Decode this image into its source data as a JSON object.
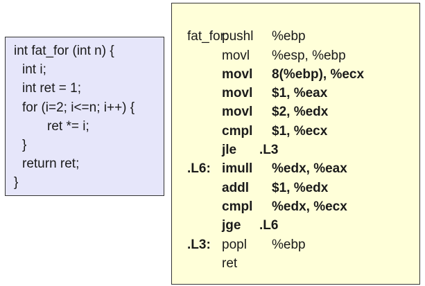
{
  "c_code": {
    "lines": [
      "int fat_for (int n) {",
      "int i;",
      "int ret = 1;",
      "for (i=2; i<=n; i++) {",
      "ret *= i;",
      "}",
      "return ret;",
      "}"
    ]
  },
  "asm_code": {
    "function_label": "fat_for:",
    "lines": [
      {
        "label": "",
        "mnemonic": "pushl",
        "operands": "%ebp",
        "bold": false
      },
      {
        "label": "",
        "mnemonic": "movl",
        "operands": "%esp, %ebp",
        "bold": false
      },
      {
        "label": "",
        "mnemonic": "movl",
        "operands": "8(%ebp), %ecx",
        "bold": true
      },
      {
        "label": "",
        "mnemonic": "movl",
        "operands": "$1, %eax",
        "bold": true
      },
      {
        "label": "",
        "mnemonic": "movl",
        "operands": "$2, %edx",
        "bold": true
      },
      {
        "label": "",
        "mnemonic": "cmpl",
        "operands": "$1, %ecx",
        "bold": true
      },
      {
        "label": "",
        "mnemonic": "jle",
        "operands": ".L3",
        "bold": true
      },
      {
        "label": ".L6:",
        "mnemonic": "imull",
        "operands": "%edx, %eax",
        "bold": true
      },
      {
        "label": "",
        "mnemonic": "addl",
        "operands": "$1, %edx",
        "bold": true
      },
      {
        "label": "",
        "mnemonic": "cmpl",
        "operands": "%edx, %ecx",
        "bold": true
      },
      {
        "label": "",
        "mnemonic": "jge",
        "operands": ".L6",
        "bold": true
      },
      {
        "label": ".L3:",
        "mnemonic": "popl",
        "operands": "%ebp",
        "bold": false
      },
      {
        "label": "",
        "mnemonic": "ret",
        "operands": "",
        "bold": false
      }
    ]
  },
  "colors": {
    "c_box_background": "#e6e6fa",
    "asm_box_background": "#ffffd9",
    "border": "#333333"
  }
}
